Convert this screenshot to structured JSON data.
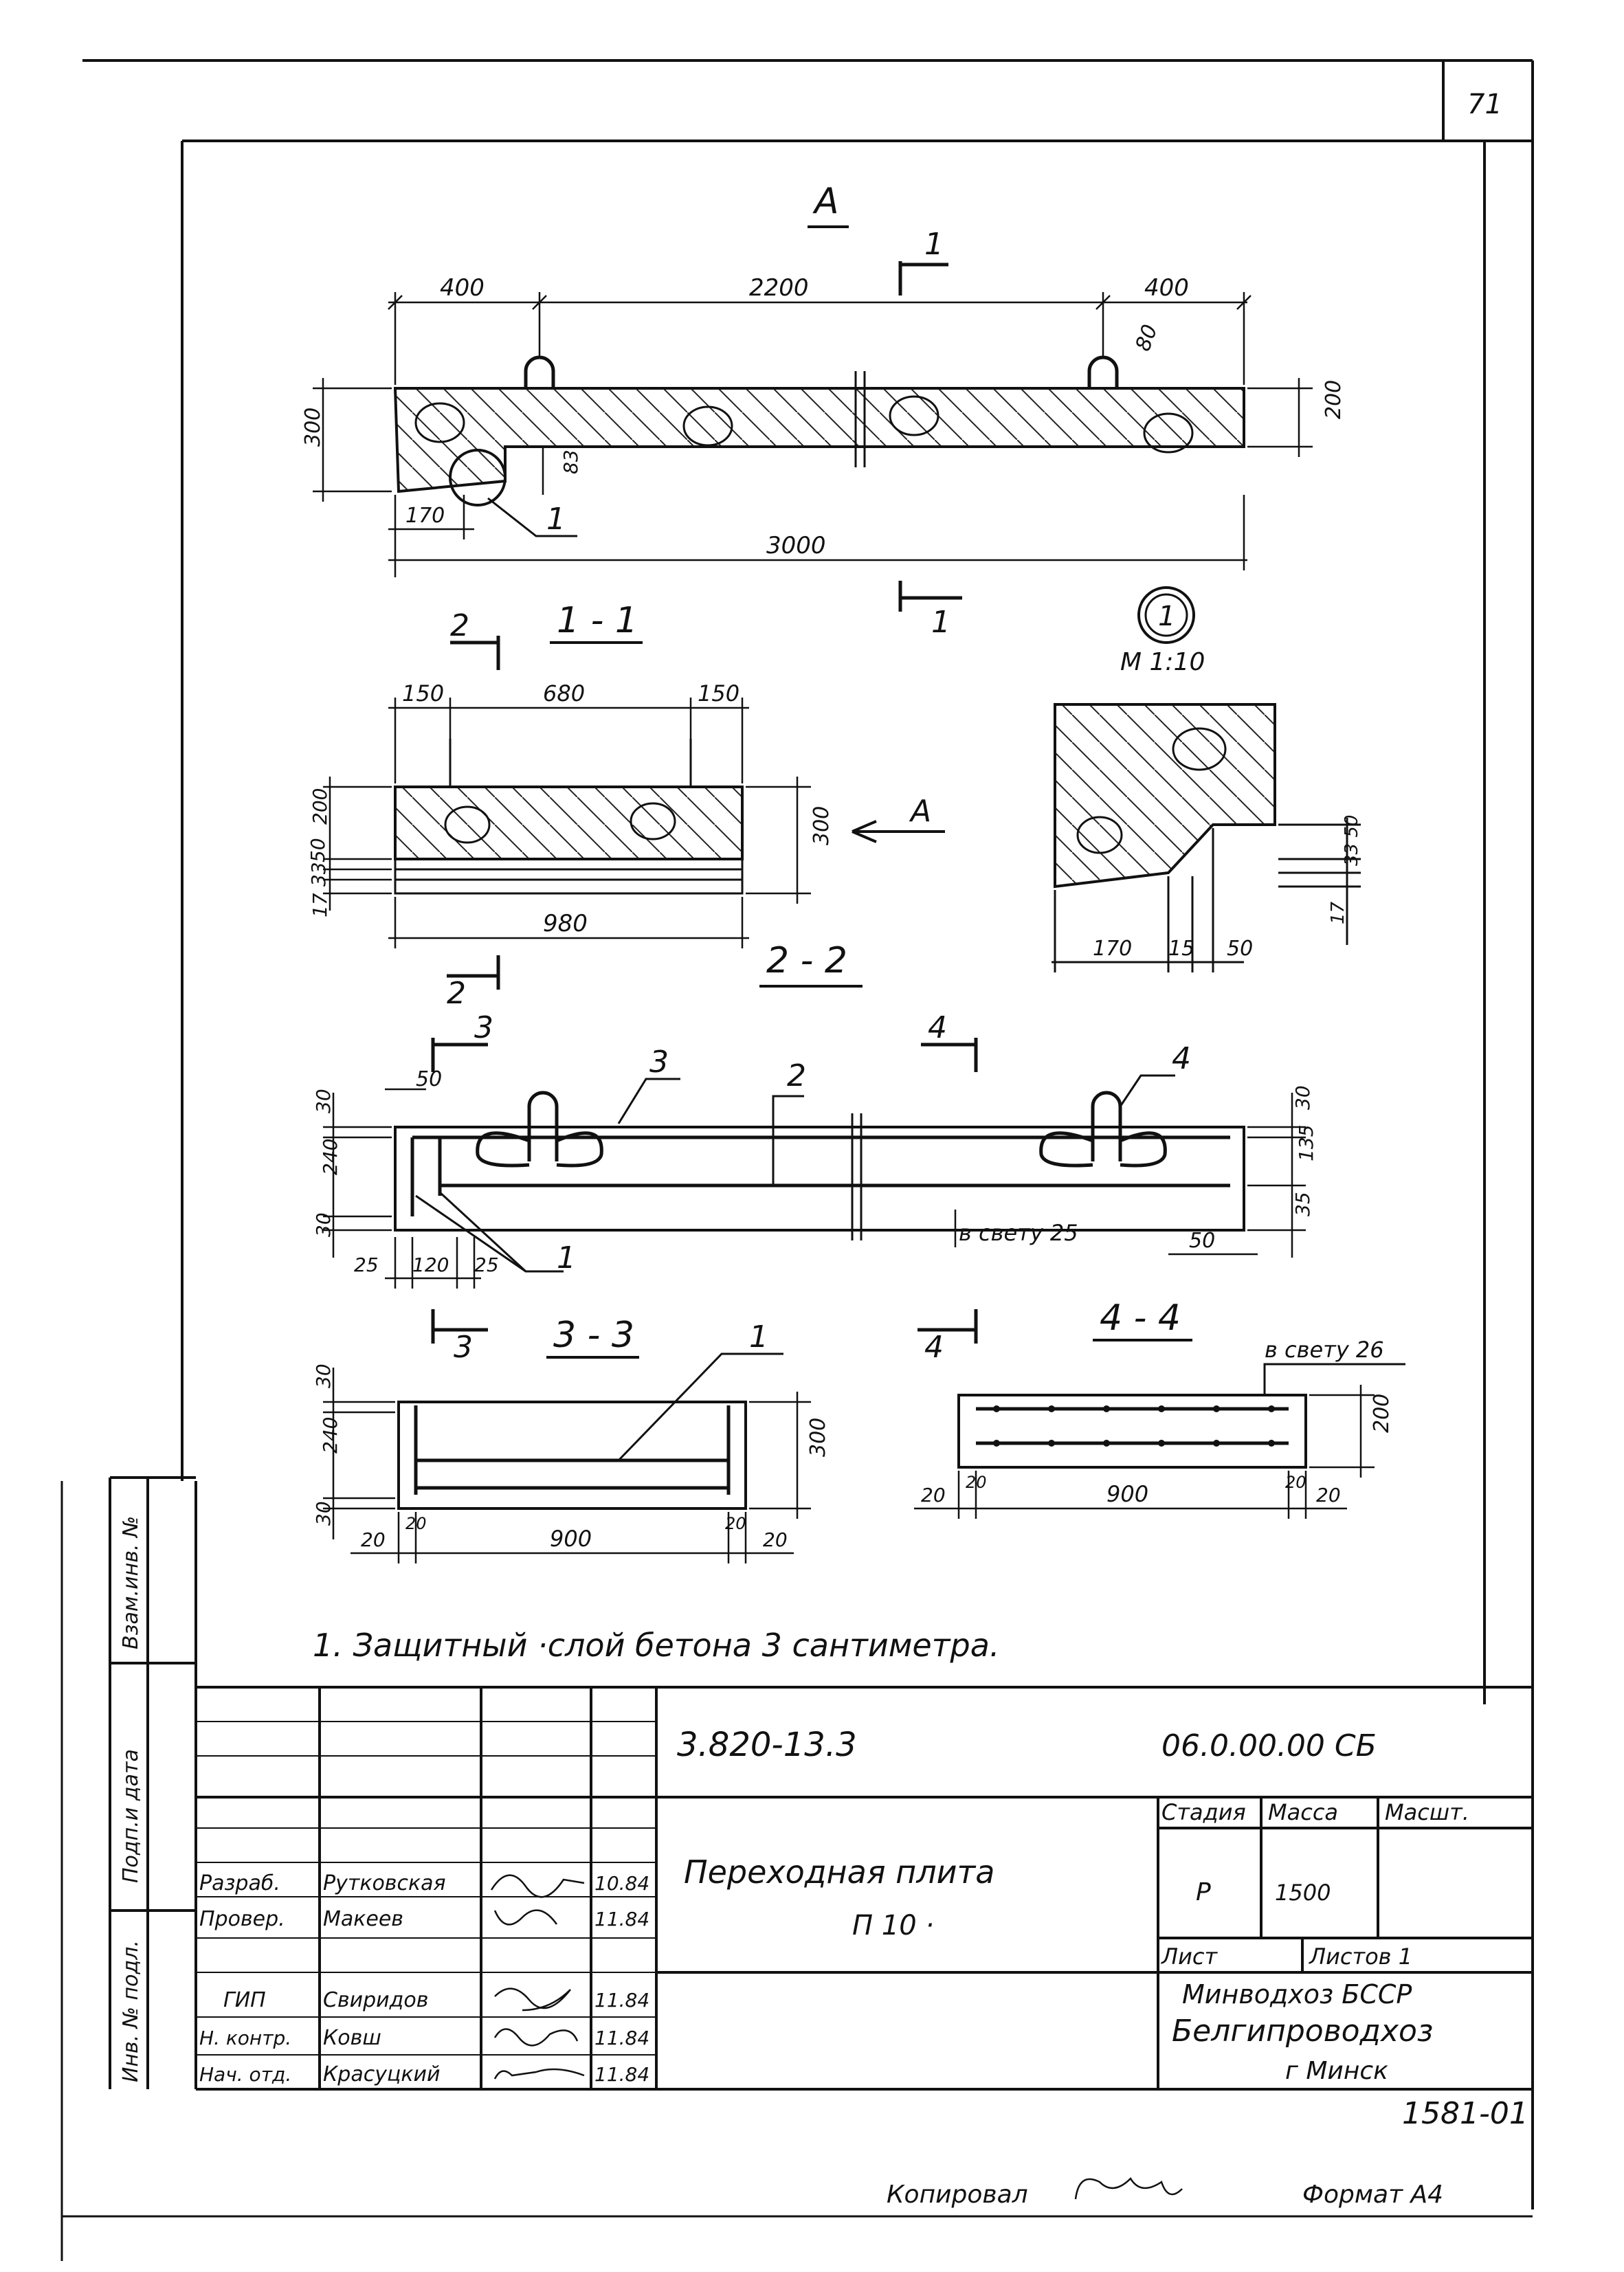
{
  "page_number": "71",
  "view_a": {
    "label": "A",
    "cut_mark": "1",
    "dims": {
      "left": "400",
      "middle": "2200",
      "right": "400",
      "total": "3000",
      "height_left": "300",
      "height_right": "200",
      "notch_height": "83",
      "notch_len": "170",
      "hook_angle": "80"
    },
    "callout": "1"
  },
  "section_1_1": {
    "title": "1 - 1",
    "mark": "2",
    "arrow_label": "A",
    "dims": {
      "side_l": "150",
      "mid": "680",
      "side_r": "150",
      "width": "980",
      "h_total": "300",
      "h_200": "200",
      "h_50": "50",
      "h_33": "33",
      "h_17": "17"
    }
  },
  "detail_1": {
    "number": "1",
    "scale": "М 1:10",
    "dims": {
      "d170": "170",
      "d15": "15",
      "d50": "50",
      "h33_50": "33 50",
      "h17": "17"
    }
  },
  "section_2_2": {
    "title": "2 - 2",
    "marks": {
      "m3": "3",
      "m4": "4"
    },
    "callouts": {
      "c1": "1",
      "c2": "2",
      "c3": "3",
      "c4": "4"
    },
    "dims": {
      "d50": "50",
      "h30t": "30",
      "h240": "240",
      "h30b": "30",
      "d25a": "25",
      "d120": "120",
      "d25b": "25",
      "r30": "30",
      "r135": "135",
      "r35": "35",
      "r50": "50",
      "clear": "в свету 25"
    }
  },
  "section_3_3": {
    "title": "3 - 3",
    "callout": "1",
    "dims": {
      "h30t": "30",
      "h240": "240",
      "h30b": "30",
      "h300": "300",
      "d20a": "20",
      "d20b": "20",
      "d900": "900",
      "d20c": "20",
      "d20d": "20"
    }
  },
  "section_4_4": {
    "title": "4 - 4",
    "clear": "в свету 26",
    "dims": {
      "d20a": "20",
      "d20b": "20",
      "d900": "900",
      "d20c": "20",
      "d20d": "20",
      "h200": "200"
    }
  },
  "note": "1. Защитный ·слой бетона 3 сантиметра.",
  "side_stamps": [
    "Взам.инв. №",
    "Подп.и дата",
    "Инв. № подл."
  ],
  "title_block": {
    "doc_code": "3.820-13.3",
    "drawing_code": "06.0.00.00 СБ",
    "title_line1": "Переходная плита",
    "title_line2": "П 10 ·",
    "stage_label": "Стадия",
    "mass_label": "Масса",
    "scale_label": "Масшт.",
    "stage_value": "Р",
    "mass_value": "1500",
    "sheet_label": "Лист",
    "sheets_label": "Листов 1",
    "org_line1": "Минводхоз БССР",
    "org_line2": "Белгипроводхоз",
    "org_line3": "г Минск",
    "rows": [
      {
        "role": "Разраб.",
        "name": "Рутковская",
        "date": "10.84"
      },
      {
        "role": "Провер.",
        "name": "Макеев",
        "date": "11.84"
      },
      {
        "role": "ГИП",
        "name": "Свиридов",
        "date": "11.84"
      },
      {
        "role": "Н. контр.",
        "name": "Ковш",
        "date": "11.84"
      },
      {
        "role": "Нач. отд.",
        "name": "Красуцкий",
        "date": "11.84"
      }
    ]
  },
  "archive_number": "1581-01",
  "copied_label": "Копировал",
  "format_label": "Формат А4"
}
